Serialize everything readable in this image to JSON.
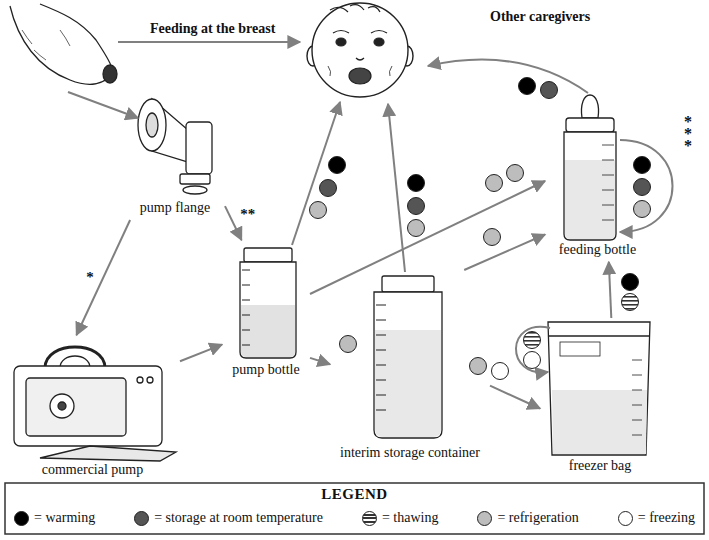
{
  "diagram": {
    "nodes": [
      {
        "text": [
          "pump flange"
        ]
      },
      {
        "text": [
          "commercial pump"
        ]
      },
      {
        "text": [
          "pump bottle"
        ]
      },
      {
        "text": [
          "interim storage container"
        ]
      },
      {
        "text": [
          "freezer bag"
        ]
      },
      {
        "text": [
          "feeding bottle"
        ]
      }
    ],
    "edges": [
      {
        "from": 0,
        "to": 1,
        "arrow": "to",
        "label": "*"
      },
      {
        "from": 0,
        "to": 2,
        "arrow": "to",
        "label": "**"
      },
      {
        "from": 1,
        "to": 2,
        "arrow": "to"
      },
      {
        "from": 2,
        "to": 3,
        "arrow": "to"
      },
      {
        "from": 2,
        "to": 5,
        "arrow": "to"
      },
      {
        "from": 3,
        "to": 5,
        "arrow": "to"
      },
      {
        "from": 3,
        "to": 4,
        "arrow": "to"
      },
      {
        "from": 4,
        "to": 5,
        "arrow": "to"
      }
    ],
    "labels": [
      "Feeding at the breast",
      "Other caregivers",
      "***",
      "LEGEND"
    ],
    "legend": [
      {
        "text": "= warming",
        "color": "#000000"
      },
      {
        "text": "= storage at room temperature",
        "color": "#555555"
      },
      {
        "text": "= thawing"
      },
      {
        "text": "= refrigeration",
        "color": "#bdbdbd"
      },
      {
        "text": "= freezing",
        "color": "#ffffff"
      }
    ]
  }
}
